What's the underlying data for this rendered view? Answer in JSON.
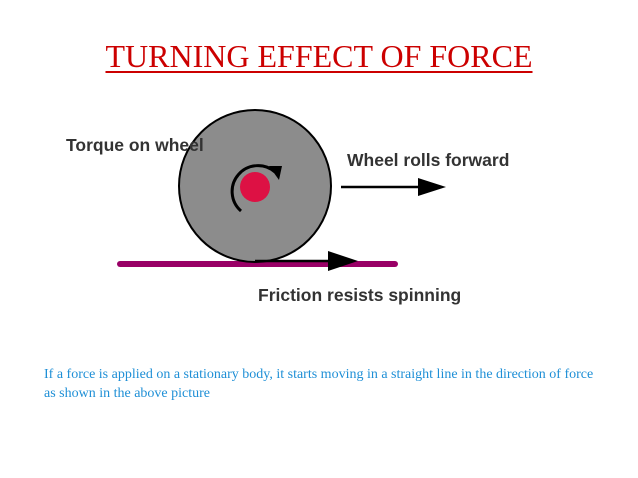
{
  "slide": {
    "title": "TURNING EFFECT OF FORCE",
    "caption": "If a force is applied on a stationary body, it starts moving in a straight line in the direction of force as shown in the above picture"
  },
  "diagram": {
    "labels": {
      "torque": "Torque on wheel",
      "rolls": "Wheel rolls forward",
      "friction": "Friction resists spinning"
    }
  },
  "colors": {
    "title": "#cc0000",
    "caption": "#1e8fd6",
    "wheel_fill": "#8c8c8c",
    "wheel_stroke": "#000000",
    "hub": "#dd1144",
    "ground": "#990066",
    "arrow": "#000000",
    "label": "#333333"
  }
}
